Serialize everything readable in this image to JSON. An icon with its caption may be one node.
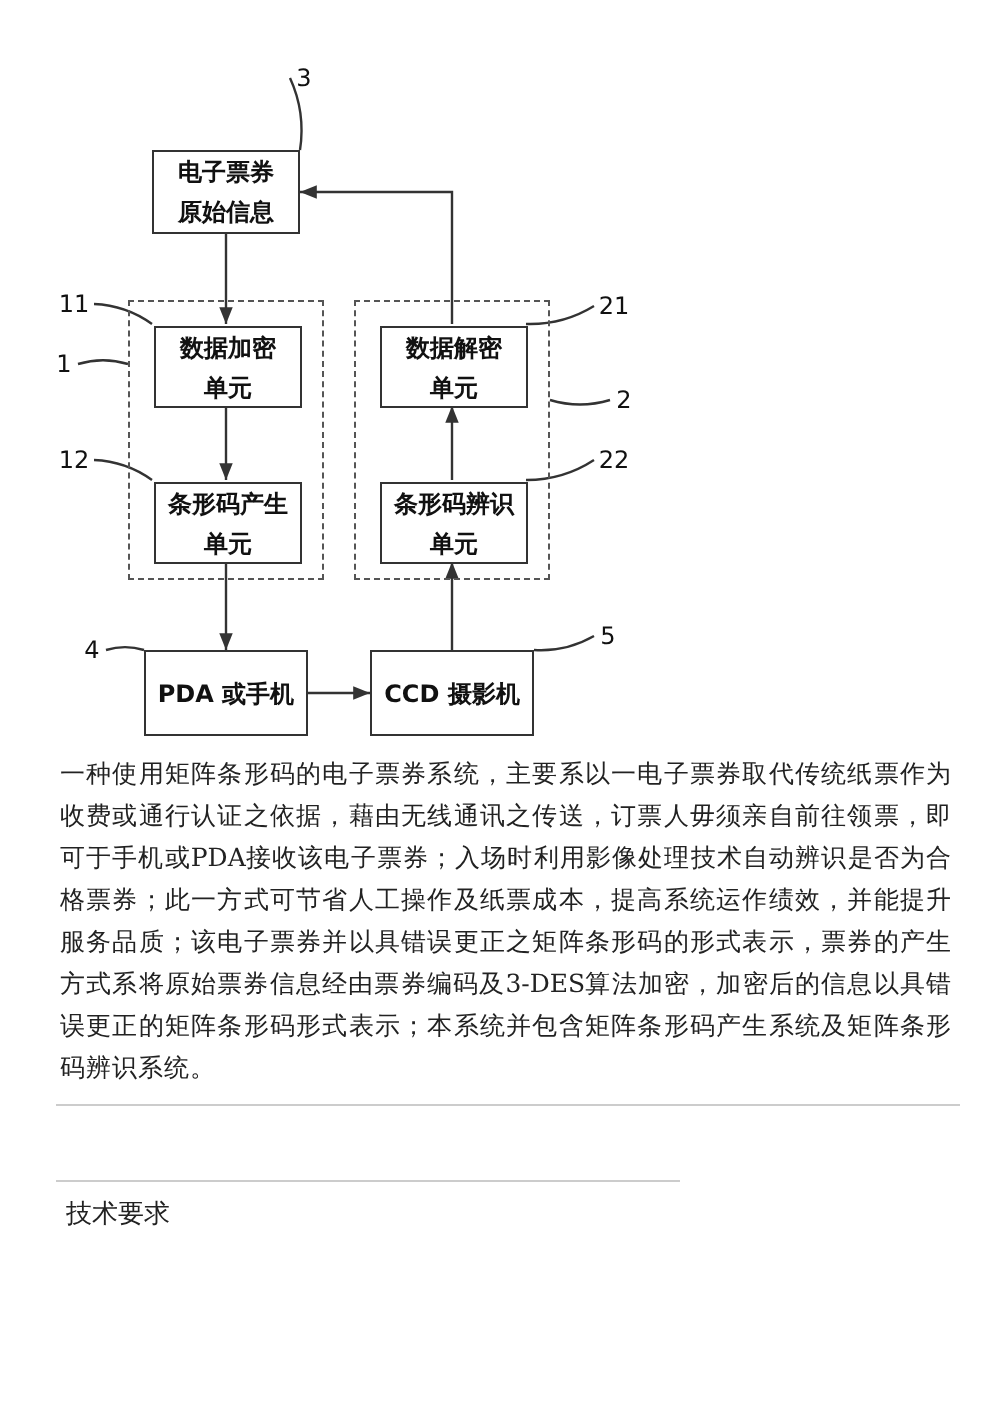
{
  "diagram": {
    "nodes": [
      {
        "text": [
          "3"
        ]
      },
      {
        "text": [
          "电子票券原始信息"
        ]
      },
      {
        "text": [
          "1"
        ]
      },
      {
        "text": [],
        "shape": "box"
      },
      {
        "text": [
          "11"
        ]
      },
      {
        "text": [
          "数据加密单元"
        ],
        "in": 3
      },
      {
        "text": [
          "12"
        ]
      },
      {
        "text": [
          "条形码产生单元"
        ],
        "in": 3
      },
      {
        "text": [
          "2"
        ]
      },
      {
        "text": [],
        "shape": "box"
      },
      {
        "text": [
          "21"
        ]
      },
      {
        "text": [
          "数据解密单元"
        ],
        "in": 9
      },
      {
        "text": [
          "22"
        ]
      },
      {
        "text": [
          "条形码辨识单元"
        ],
        "in": 9
      },
      {
        "text": [
          "4"
        ]
      },
      {
        "text": [
          "PDA 或手机"
        ]
      },
      {
        "text": [
          "5"
        ]
      },
      {
        "text": [
          "CCD 摄影机"
        ]
      }
    ],
    "edges": [
      {
        "from": 0,
        "to": 1,
        "arrow": "none"
      },
      {
        "from": 2,
        "to": 3,
        "arrow": "none"
      },
      {
        "from": 4,
        "to": 5,
        "arrow": "none"
      },
      {
        "from": 6,
        "to": 7,
        "arrow": "none"
      },
      {
        "from": 8,
        "to": 9,
        "arrow": "none"
      },
      {
        "from": 10,
        "to": 11,
        "arrow": "none"
      },
      {
        "from": 12,
        "to": 13,
        "arrow": "none"
      },
      {
        "from": 14,
        "to": 15,
        "arrow": "none"
      },
      {
        "from": 16,
        "to": 17,
        "arrow": "none"
      },
      {
        "from": 1,
        "to": 5,
        "arrow": "to"
      },
      {
        "from": 5,
        "to": 7,
        "arrow": "to"
      },
      {
        "from": 7,
        "to": 15,
        "arrow": "to"
      },
      {
        "from": 15,
        "to": 17,
        "arrow": "to"
      },
      {
        "from": 17,
        "to": 13,
        "arrow": "to"
      },
      {
        "from": 13,
        "to": 11,
        "arrow": "to"
      },
      {
        "from": 11,
        "to": 1,
        "arrow": "to"
      }
    ],
    "labels": [
      "一种使用矩阵条形码的电子票券系统，主要系以一电子票券取代传统纸票作为收费或通行认证之依据，藉由无线通讯之传送，订票人毋须亲自前往领票，即可于手机或PDA接收该电子票券；入场时利用影像处理技术自动辨识是否为合格票券；此一方式可节省人工操作及纸票成本，提高系统运作绩效，并能提升服务品质；该电子票券并以具错误更正之矩阵条形码的形式表示，票券的产生方式系将原始票券信息经由票券编码及3-DES算法加密，加密后的信息以具错误更正的矩阵条形码形式表示；本系统并包含矩阵条形码产生系统及矩阵条形码辨识系统。",
      "技术要求"
    ]
  }
}
